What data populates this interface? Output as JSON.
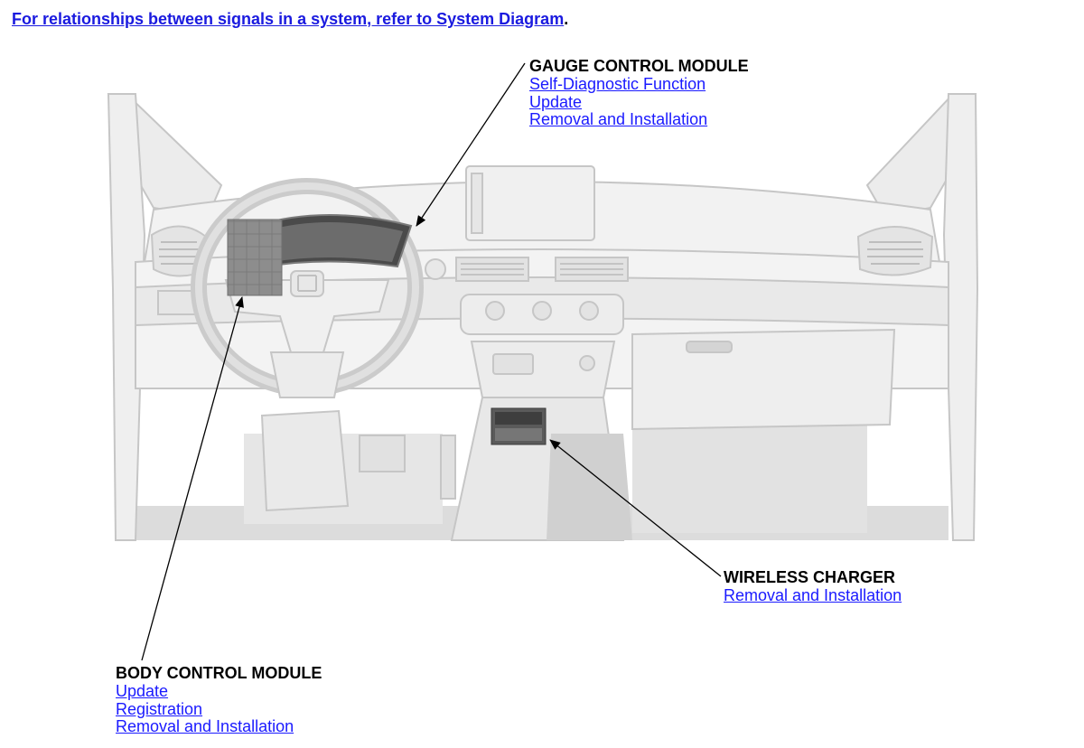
{
  "header": {
    "link_text": "For relationships between signals in a system, refer to System Diagram",
    "suffix": "."
  },
  "callouts": {
    "gauge": {
      "title": "GAUGE CONTROL MODULE",
      "links": [
        "Self-Diagnostic Function",
        "Update",
        "Removal and Installation"
      ]
    },
    "wireless": {
      "title": "WIRELESS CHARGER",
      "links": [
        "Removal and Installation"
      ]
    },
    "bcm": {
      "title": "BODY CONTROL MODULE",
      "links": [
        "Update",
        "Registration",
        "Removal and Installation"
      ]
    }
  },
  "colors": {
    "link": "#1a1aff",
    "highlight": "#8a8a8a",
    "line_art": "#c8c8c8"
  }
}
